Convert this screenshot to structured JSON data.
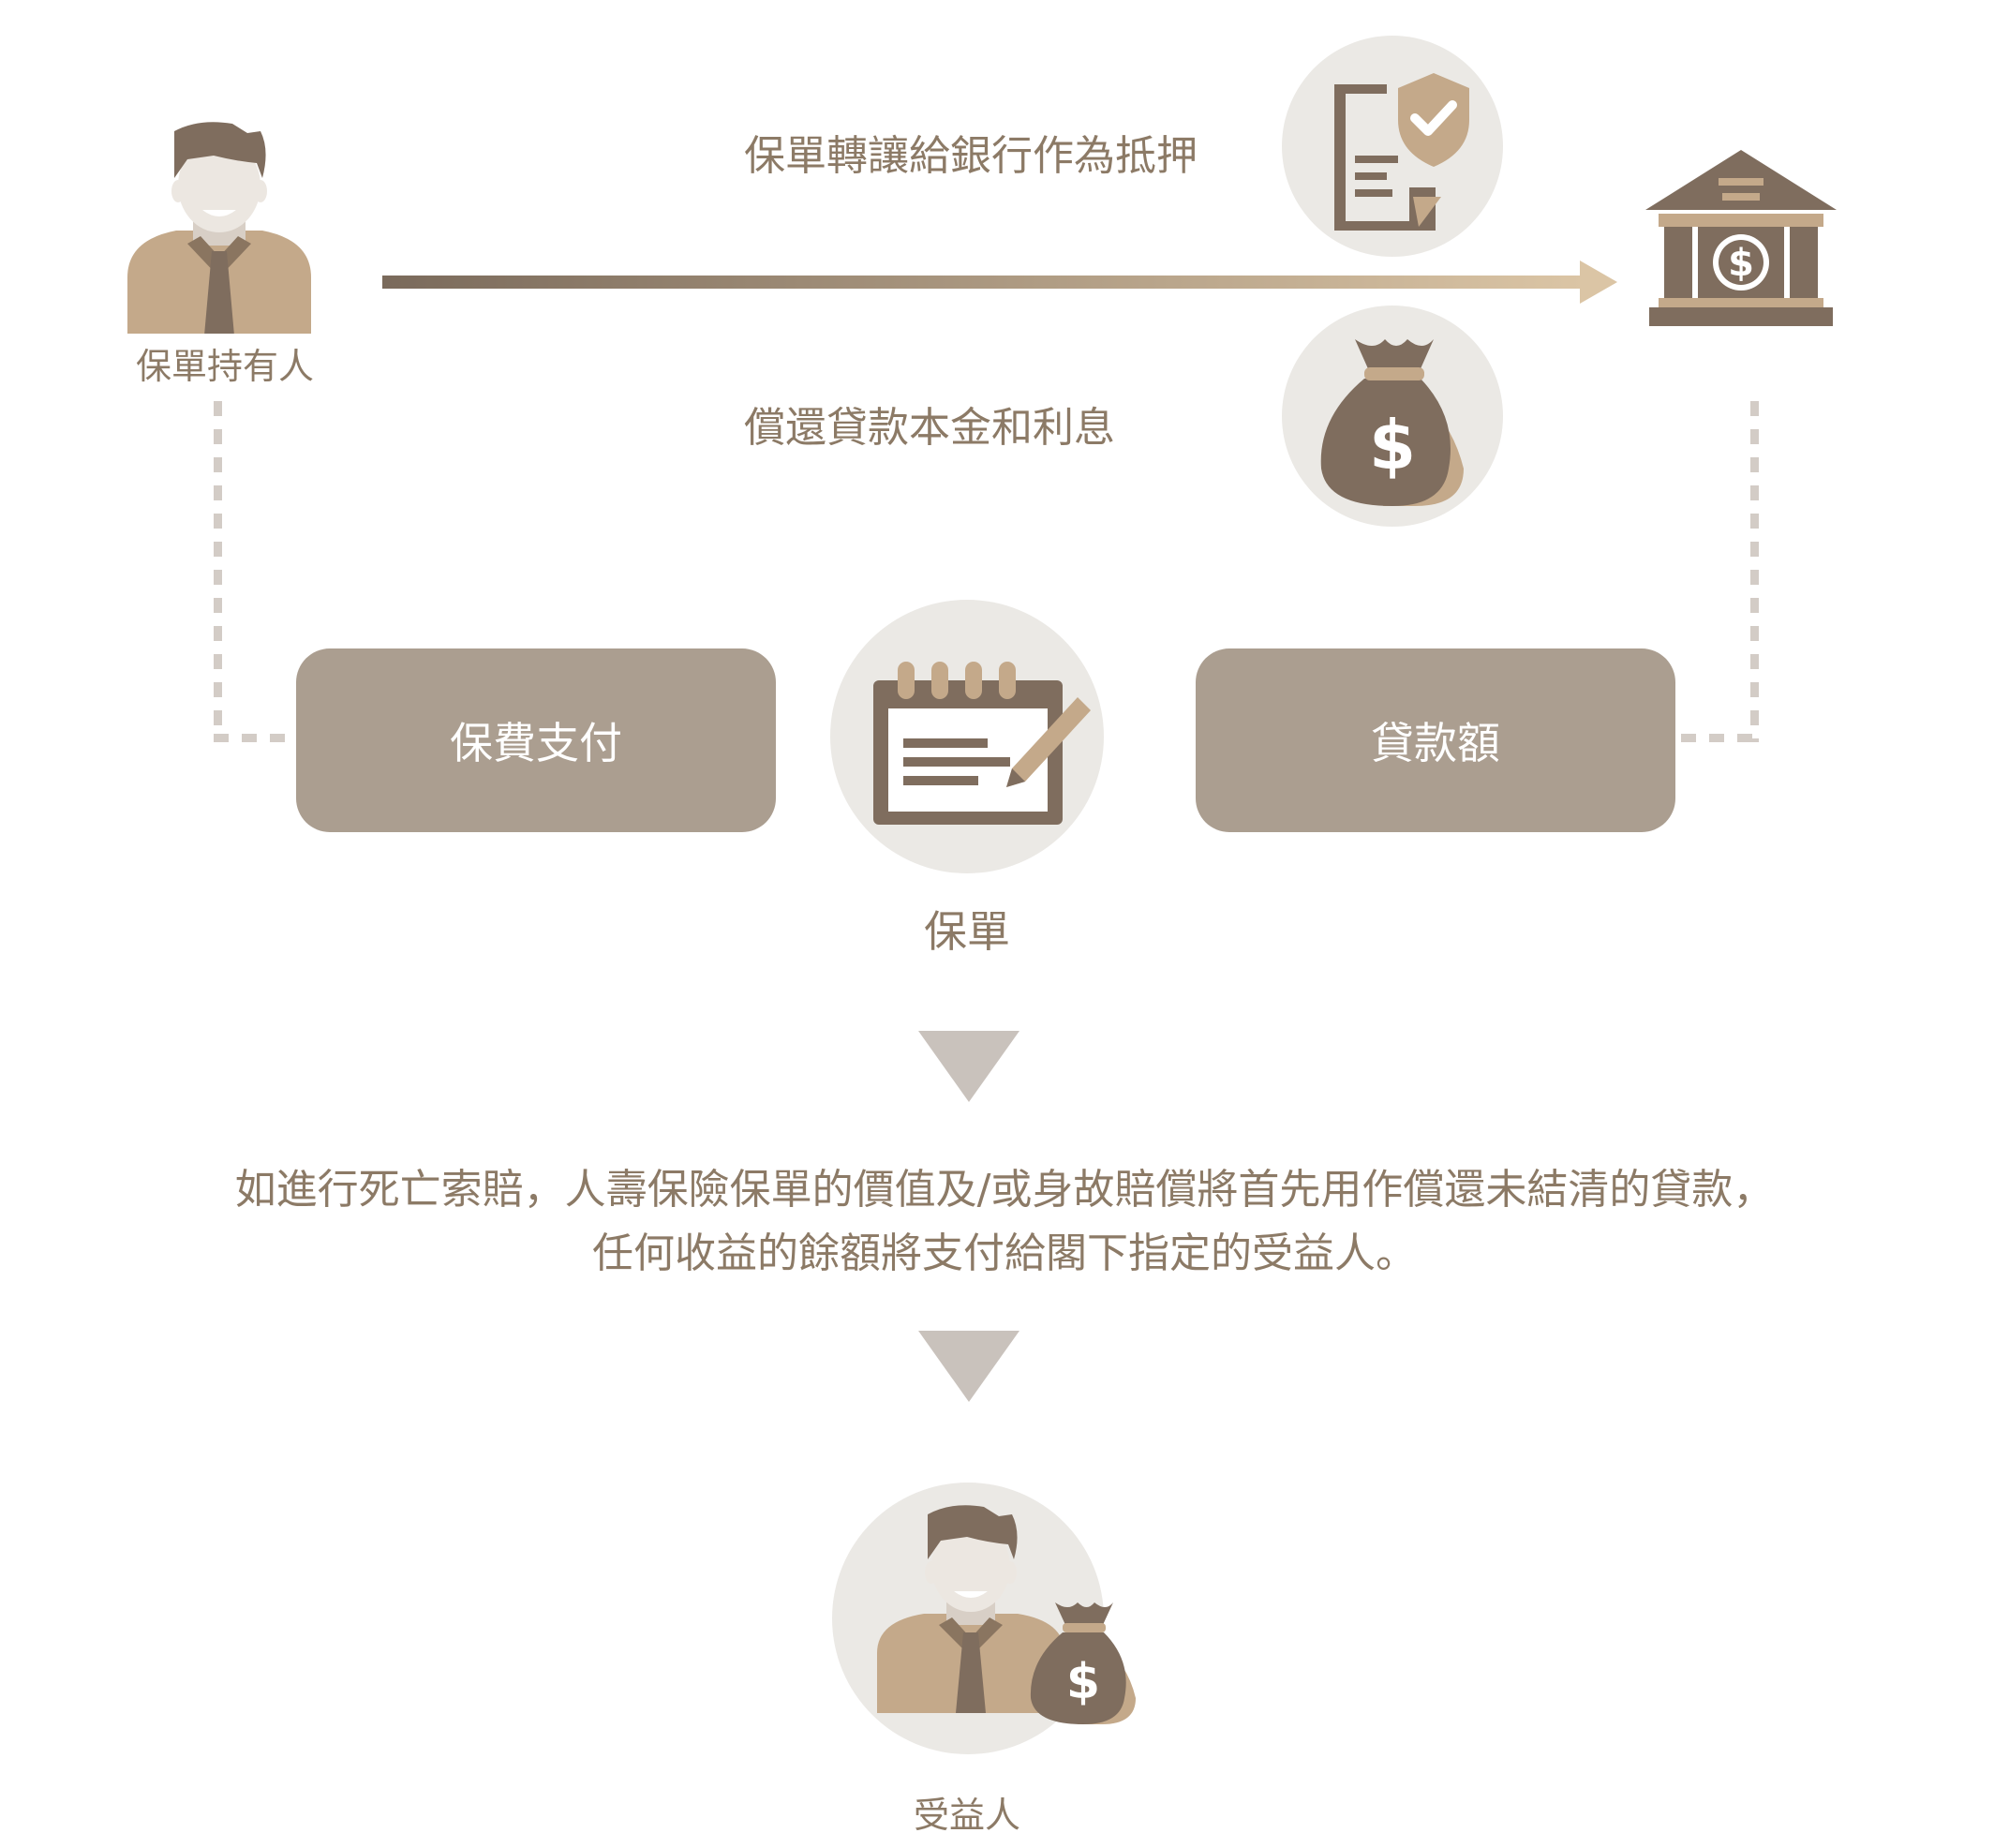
{
  "holder": {
    "label": "保單持有人"
  },
  "top_flow": {
    "label": "保單轉讓給銀行作為抵押"
  },
  "bottom_flow": {
    "label": "償還貸款本金和利息"
  },
  "boxes": {
    "left": "保費支付",
    "right": "貸款額"
  },
  "policy": {
    "label": "保單"
  },
  "explanation": {
    "line1": "如進行死亡索賠，人壽保險保單的價值及/或身故賠償將首先用作償還未結清的貸款，",
    "line2": "任何收益的餘額將支付給閣下指定的受益人。"
  },
  "beneficiary": {
    "label": "受益人"
  },
  "colors": {
    "dark_brown": "#7f6d5e",
    "tan": "#c4a98a",
    "box_grey": "#ab9e90",
    "circle_grey": "#ebe9e5",
    "arrow_end": "#d9c3a3"
  }
}
